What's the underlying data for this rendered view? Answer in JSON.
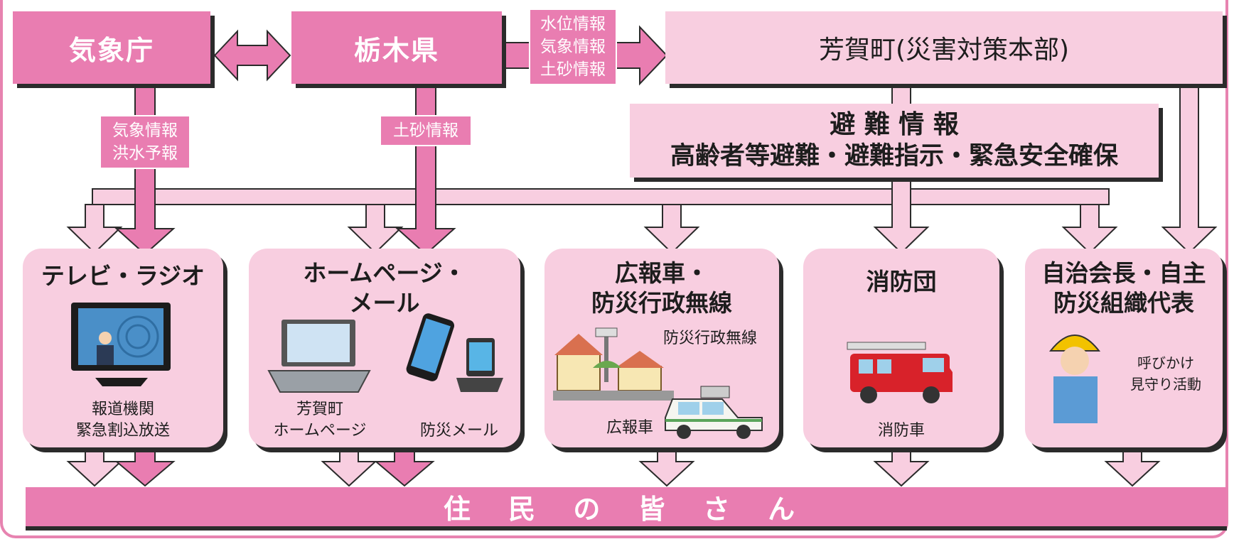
{
  "top": {
    "jma": "気象庁",
    "tochigi": "栃木県",
    "haga": "芳賀町(災害対策本部)"
  },
  "tags": {
    "between": [
      "水位情報",
      "気象情報",
      "土砂情報"
    ],
    "jma_down": [
      "気象情報",
      "洪水予報"
    ],
    "tochigi_down": "土砂情報"
  },
  "evac": {
    "title": "避 難 情 報",
    "subtitle": "高齢者等避難・避難指示・緊急安全確保"
  },
  "cards": [
    {
      "title": [
        "テレビ・ラジオ"
      ],
      "captions": [
        "報道機関",
        "緊急割込放送"
      ]
    },
    {
      "title": [
        "ホームページ・",
        "メール"
      ],
      "captions_left": [
        "芳賀町",
        "ホームページ"
      ],
      "captions_right": [
        "防災メール"
      ]
    },
    {
      "title": [
        "広報車・",
        "防災行政無線"
      ],
      "label_top": "防災行政無線",
      "label_bottom": "広報車"
    },
    {
      "title": [
        "消防団"
      ],
      "captions": [
        "消防車"
      ]
    },
    {
      "title": [
        "自治会長・自主",
        "防災組織代表"
      ],
      "label": [
        "呼びかけ",
        "見守り活動"
      ]
    }
  ],
  "residents": "住 民 の 皆 さ ん",
  "colors": {
    "dark_pink": "#e97db1",
    "light_pink": "#f8cee0",
    "shadow": "#2b2b2b"
  }
}
